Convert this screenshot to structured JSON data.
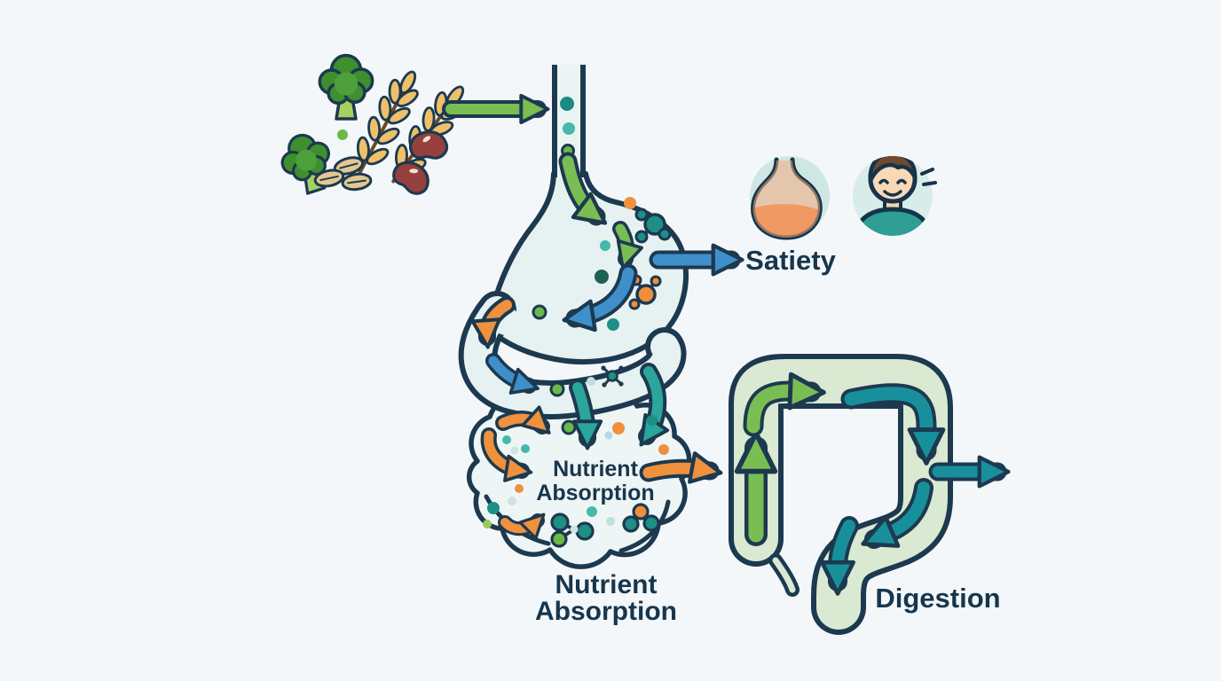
{
  "title": "digestive-process-diagram",
  "background": "#f3f7fa",
  "labels": {
    "satiety": "Satiety",
    "absorption_inline_line1": "Nutrient",
    "absorption_inline_line2": "Absorption",
    "absorption_caption_line1": "Nutrient",
    "absorption_caption_line2": "Absorption",
    "digestion": "Digestion"
  },
  "colors": {
    "outline_navy": "#1c3950",
    "gi_fill": "#e6f1f1",
    "intestine_fill": "#eef5f5",
    "colon_fill": "#d9e9d2",
    "arrow_green": "#7abd53",
    "arrow_blue": "#3f8fca",
    "arrow_orange": "#f0913d",
    "arrow_teal_small_intestine": "#2aa69b",
    "arrow_teal_colon": "#18909b",
    "text_navy": "#17364d",
    "stomach_icon_fill": "#f5ab80",
    "stomach_icon_liquid": "#e8843f",
    "icon_circle_teal": "#cfe7e2",
    "person_shirt": "#2f9e94",
    "person_skin": "#f8d8b5",
    "person_hair": "#6f4a2f",
    "broccoli_green": "#3e8f2e",
    "wheat_gold": "#eec06a",
    "bean_maroon": "#96403e",
    "oat_tan": "#e4c78e"
  },
  "icons": [
    "broccoli-icon",
    "wheat-icon",
    "kidney-bean-icon",
    "oat-grain-icon",
    "stomach-circle-icon",
    "happy-person-icon",
    "molecule-icon",
    "nutrient-dot-icon"
  ]
}
